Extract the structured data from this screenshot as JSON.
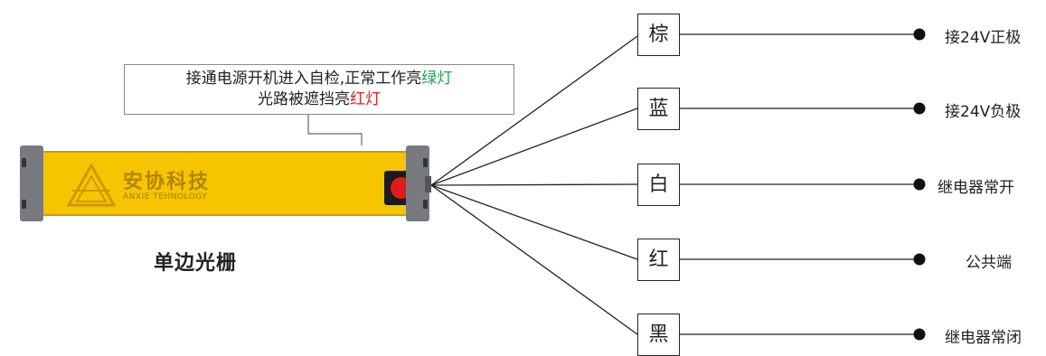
{
  "callout": {
    "line1_prefix": "接通电源开机进入自检,正常工作亮",
    "line1_highlight": "绿灯",
    "line2_prefix": "光路被遮挡亮",
    "line2_highlight": "红灯",
    "highlight_green": "#1aa34a",
    "highlight_red": "#e0202a"
  },
  "device": {
    "brand_cn": "安协科技",
    "brand_en": "ANXIE TEHNOLOGY",
    "label": "单边光栅",
    "body_color": "#f6c500",
    "indicator_color": "#e11b1b"
  },
  "wires": [
    {
      "color_name": "棕",
      "function": "接24V正极"
    },
    {
      "color_name": "蓝",
      "function": "接24V负极"
    },
    {
      "color_name": "白",
      "function": "继电器常开"
    },
    {
      "color_name": "红",
      "function": "公共端"
    },
    {
      "color_name": "黑",
      "function": "继电器常闭"
    }
  ]
}
